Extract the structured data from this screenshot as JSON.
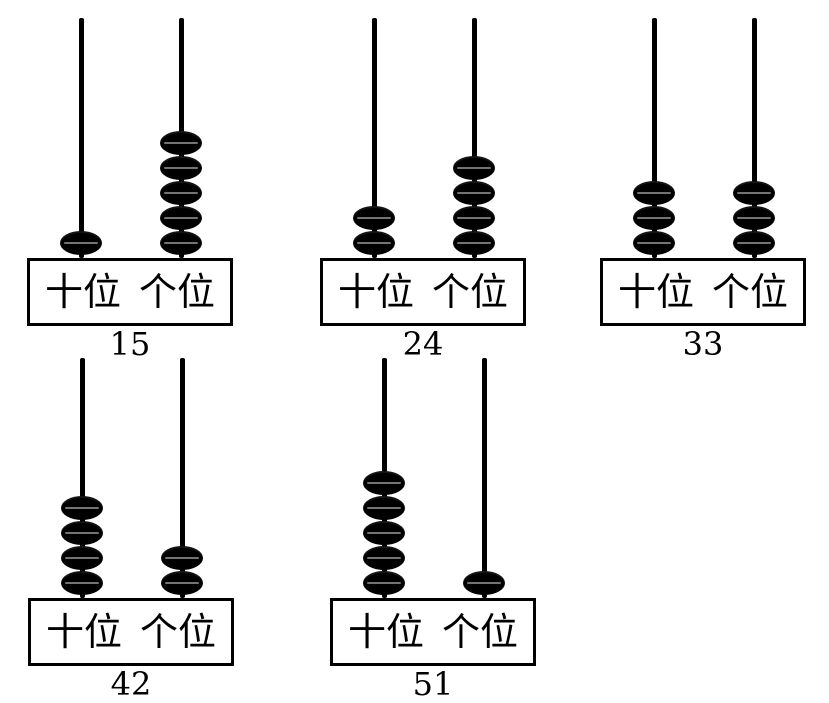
{
  "labels": {
    "tens": "十位",
    "ones": "个位"
  },
  "abaci": [
    {
      "number": "15",
      "tens_beads": 1,
      "ones_beads": 5
    },
    {
      "number": "24",
      "tens_beads": 2,
      "ones_beads": 4
    },
    {
      "number": "33",
      "tens_beads": 3,
      "ones_beads": 3
    },
    {
      "number": "42",
      "tens_beads": 4,
      "ones_beads": 2
    },
    {
      "number": "51",
      "tens_beads": 5,
      "ones_beads": 1
    }
  ]
}
